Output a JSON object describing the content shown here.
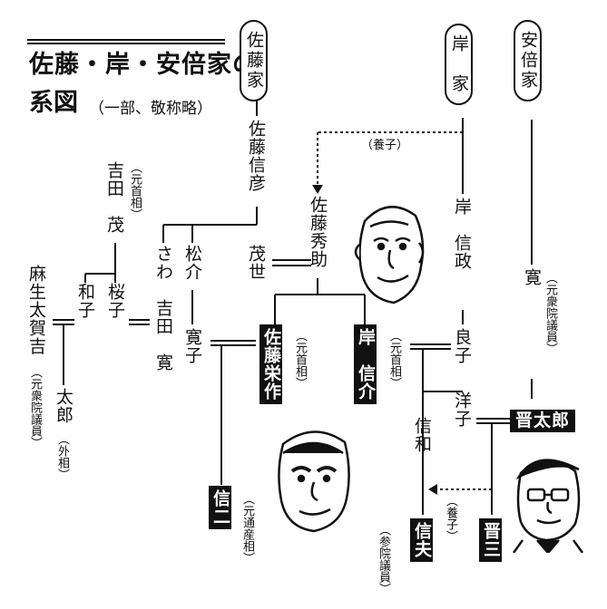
{
  "title": {
    "line1": "佐藤・岸・安倍家の",
    "line2": "系図",
    "note": "（一部、敬称略）"
  },
  "families": {
    "sato": "佐藤家",
    "kishi": "岸　家",
    "abe": "安倍家"
  },
  "people": {
    "sato_nobuhiko": "佐藤信彦",
    "moyo": "茂世",
    "sato_hidesuke": "佐藤秀助",
    "yoshida_shigeru": "吉田　茂",
    "yoshida_shigeru_note": "（元首相）",
    "sawa": "さわ",
    "matsusuke": "松介",
    "aso_takakichi": "麻生太賀吉",
    "aso_takakichi_note": "（元衆院議員）",
    "kazuko": "和子",
    "sakurako": "桜子",
    "yoshida_hiroshi": "吉田　寛",
    "hiroko": "寛子",
    "taro": "太郎",
    "taro_note": "（外相）",
    "sato_eisaku": "佐藤栄作",
    "sato_eisaku_note": "（元首相）",
    "kishi_nobusuke": "岸　信介",
    "kishi_nobusuke_note": "（元首相）",
    "shinji": "信二",
    "shinji_note": "（元通産相）",
    "kishi_nobumasa": "岸　信政",
    "yoshiko": "良子",
    "yoko": "洋子",
    "nobukazu": "信和",
    "nobuo": "信夫",
    "nobuo_note": "（参院議員）",
    "hiroshi_abe": "寛",
    "hiroshi_abe_note": "（元衆院議員）",
    "shintaro": "晋太郎",
    "shinzo": "晋三"
  },
  "adoption_labels": {
    "top": "（養子）",
    "bottom": "（養子）"
  }
}
